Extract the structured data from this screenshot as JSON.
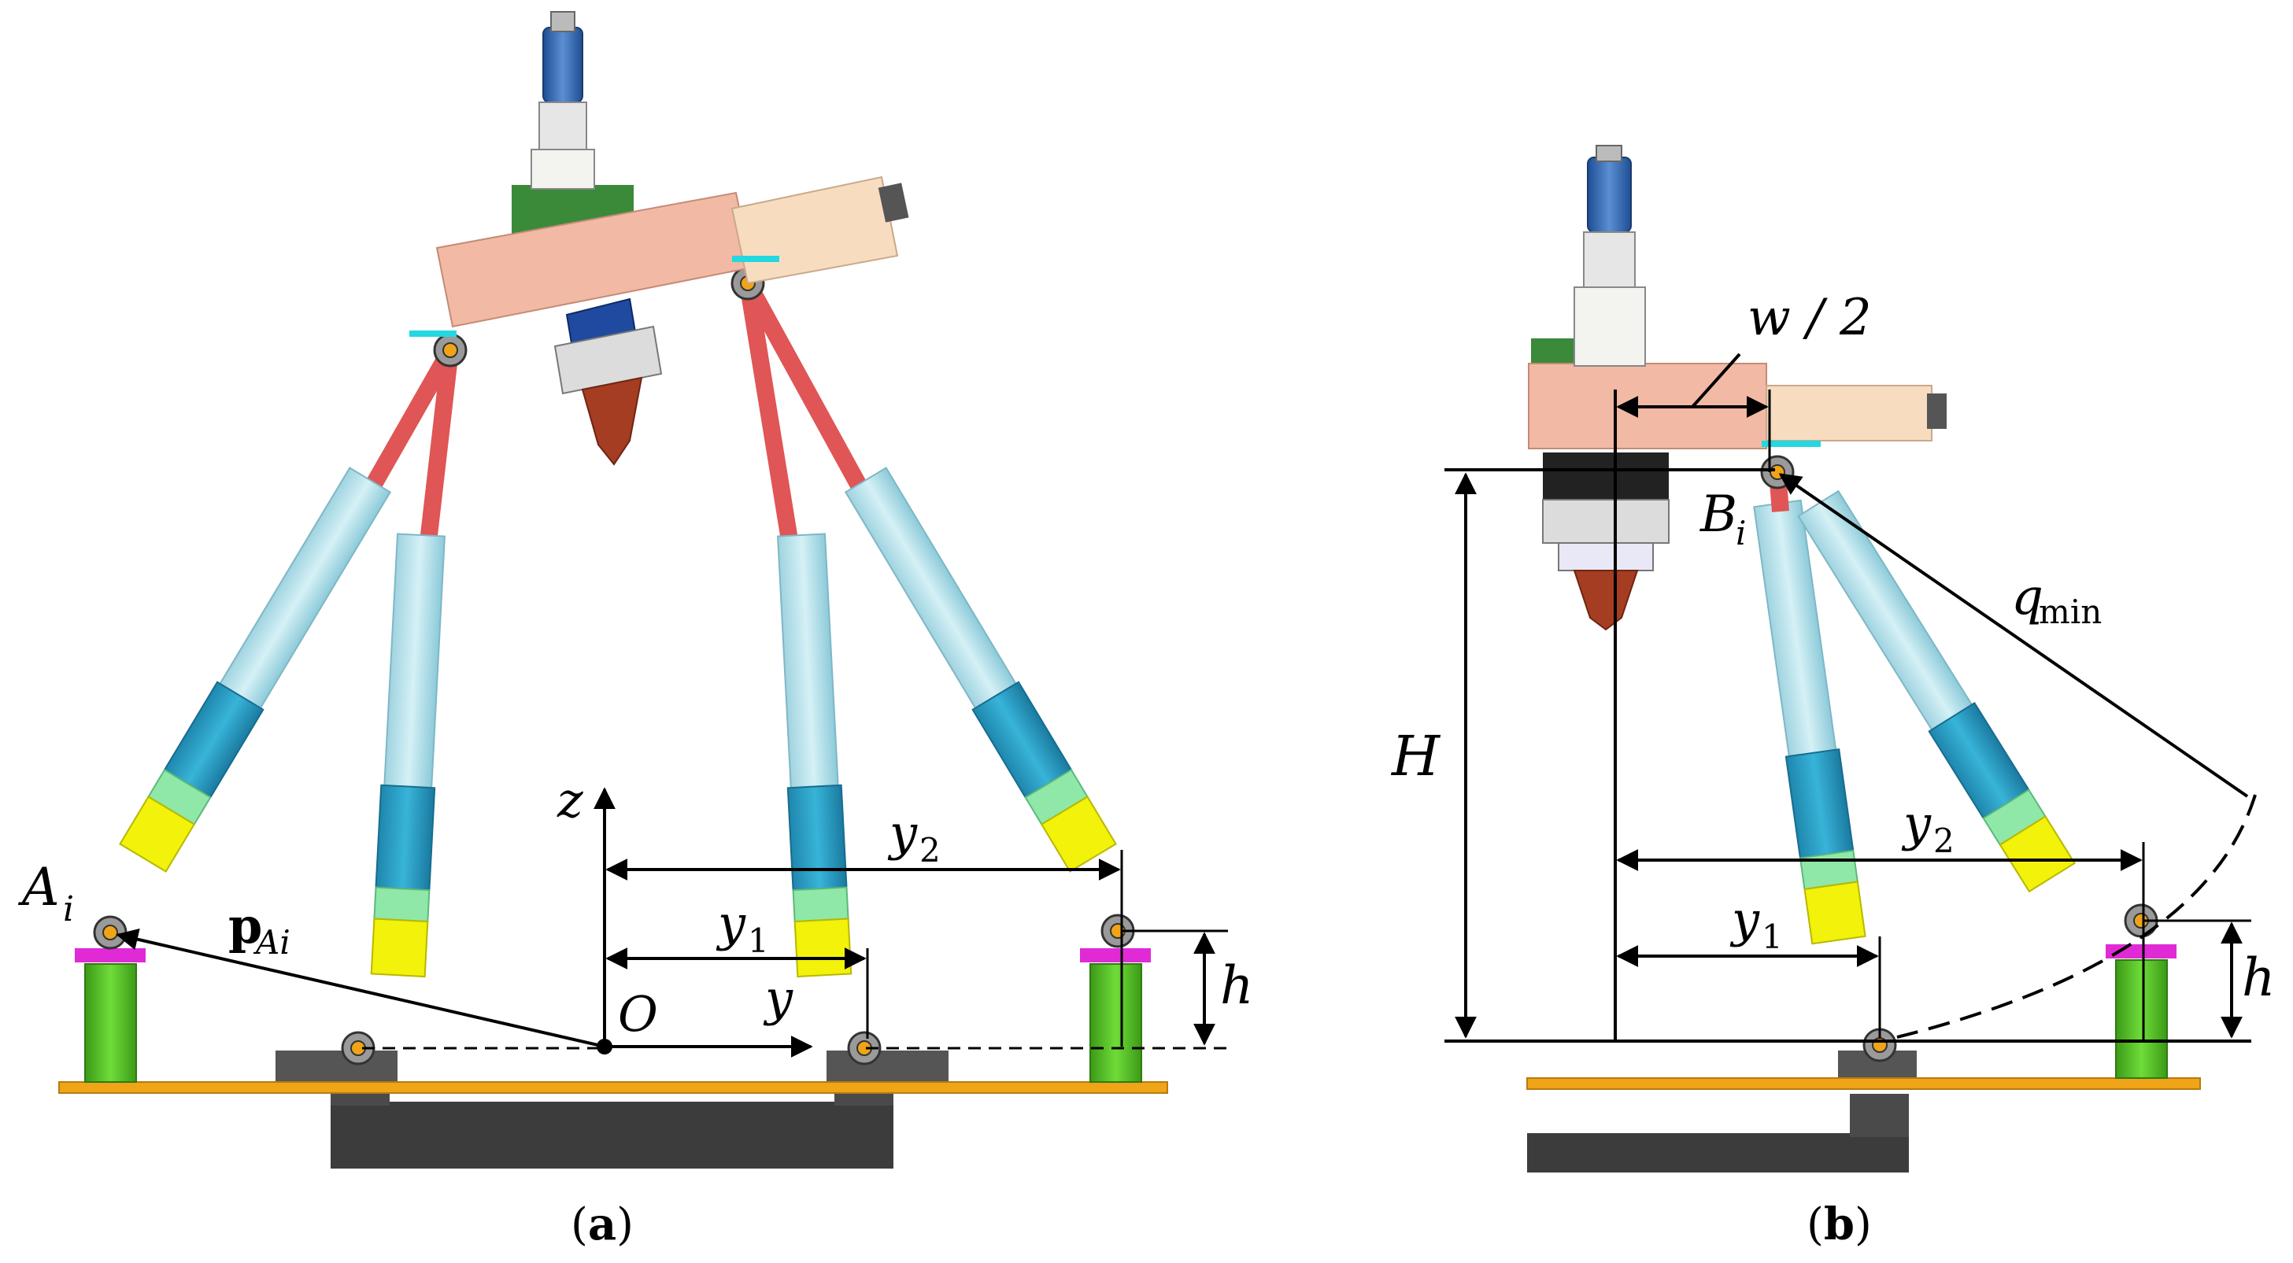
{
  "panels": [
    {
      "id": "a",
      "caption": "(a)",
      "labels": {
        "joint_A": "A",
        "joint_A_sub": "i",
        "position_vector": "p",
        "position_vector_sub": "Ai",
        "axis_z": "z",
        "axis_y": "y",
        "origin": "O",
        "y1": "y",
        "y1_sub": "1",
        "y2": "y",
        "y2_sub": "2",
        "height": "h"
      }
    },
    {
      "id": "b",
      "caption": "(b)",
      "labels": {
        "half_width": "w / 2",
        "joint_B": "B",
        "joint_B_sub": "i",
        "q_min": "q",
        "q_min_sub": "min",
        "height_H": "H",
        "y1": "y",
        "y1_sub": "1",
        "y2": "y",
        "y2_sub": "2",
        "height": "h"
      }
    }
  ],
  "colors": {
    "actuator_tube": "#b7e1ea",
    "actuator_body": "#2ea7cf",
    "actuator_band": "#8fe8a8",
    "actuator_end": "#f2f20a",
    "red_link": "#e05555",
    "platform": "#f2b9a5",
    "motor": "#3d6fb8",
    "green_post": "#57c22a",
    "magenta_pad": "#e02ad6",
    "base_rail": "#f0a417",
    "base_block": "#4a4a4a"
  }
}
